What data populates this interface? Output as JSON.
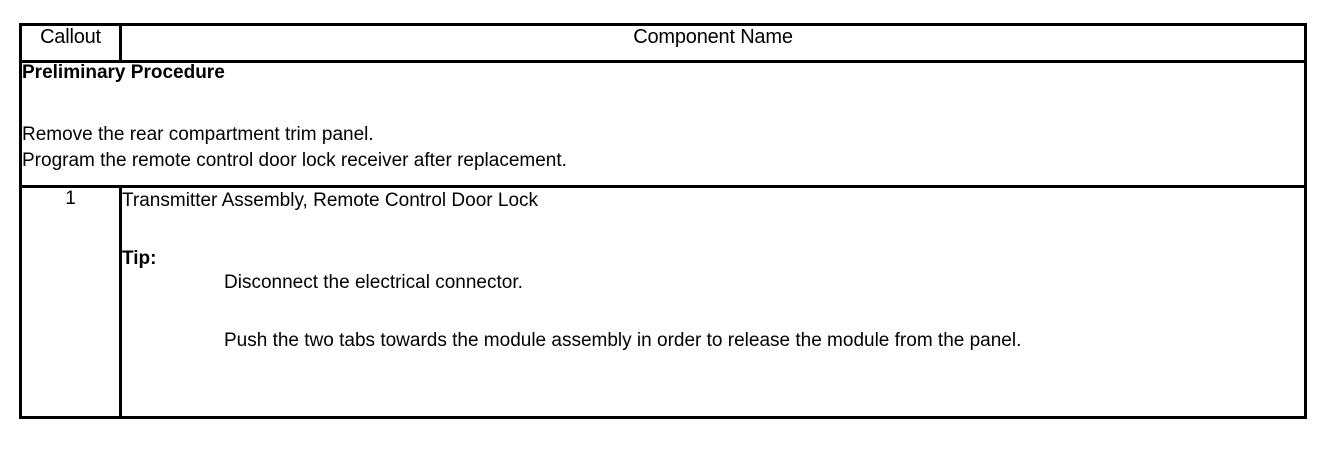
{
  "table": {
    "headers": {
      "callout": "Callout",
      "component_name": "Component Name"
    },
    "preliminary": {
      "title": "Preliminary Procedure",
      "lines": [
        "Remove the rear compartment trim panel.",
        "Program the remote control door lock receiver after replacement."
      ]
    },
    "component_row": {
      "callout": "1",
      "name": "Transmitter Assembly, Remote Control Door Lock",
      "tip_label": "Tip:",
      "tip_lines": [
        "Disconnect the electrical connector.",
        "Push the two tabs towards the module assembly in order to release the module from the panel."
      ]
    }
  },
  "colors": {
    "border": "#000000",
    "text": "#000000",
    "background": "#ffffff"
  }
}
